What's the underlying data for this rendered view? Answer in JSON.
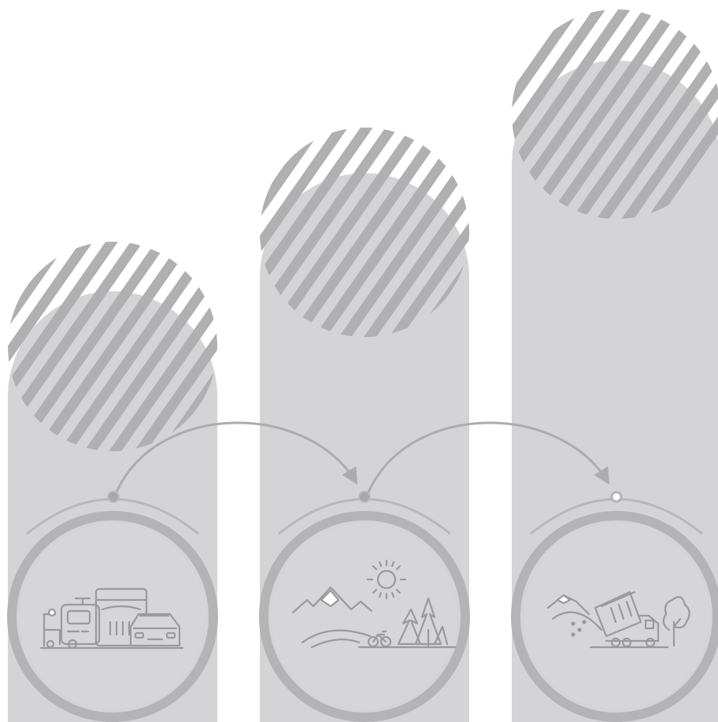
{
  "colors": {
    "background": "#ffffff",
    "pillar": "#d4d4d6",
    "hatch": "#b0b0b2",
    "circle_fill": "#d4d4d6",
    "circle_ring": "#b4b4b6",
    "arc": "#b8b8ba",
    "arrow": "#acacae",
    "icon_stroke": "#9a9a9c"
  },
  "stages": [
    {
      "id": "vehicles",
      "icon": "vehicles-icon"
    },
    {
      "id": "nature",
      "icon": "nature-landscape-icon"
    },
    {
      "id": "recycling",
      "icon": "dump-truck-recycling-icon"
    }
  ],
  "connectors": [
    {
      "from": "vehicles",
      "to": "nature"
    },
    {
      "from": "nature",
      "to": "recycling"
    }
  ]
}
